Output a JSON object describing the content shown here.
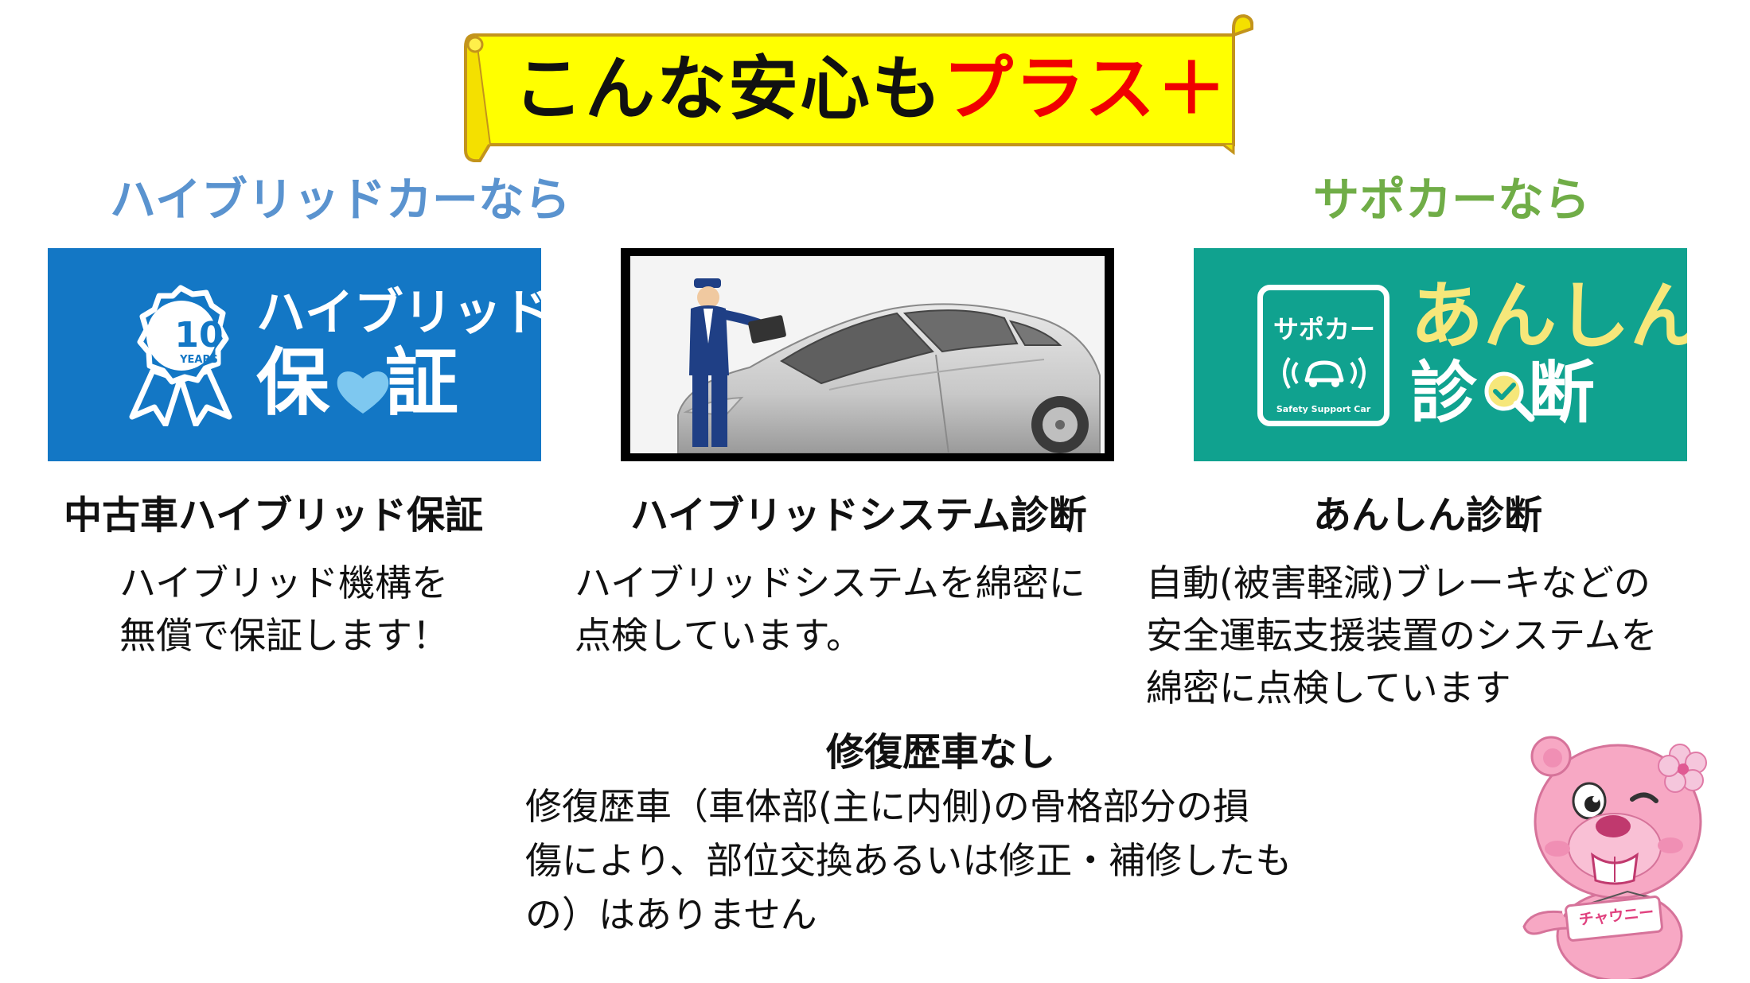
{
  "banner": {
    "title_main": "こんな安心も",
    "title_accent": "プラス＋"
  },
  "categories": {
    "hybrid": "ハイブリッドカーなら",
    "support": "サポカーなら"
  },
  "cards": {
    "hybrid_warranty": {
      "years_number": "10",
      "years_label": "YEARS",
      "logo_line1": "ハイブリッド",
      "logo_line2_left": "保",
      "logo_line2_right": "証"
    },
    "support_diagnosis": {
      "badge_text": "サポカー",
      "badge_sub": "Safety Support Car",
      "logo_line1": "あんしん",
      "logo_line2_left": "診",
      "logo_line2_right": "断"
    }
  },
  "features": [
    {
      "title": "中古車ハイブリッド保証",
      "desc_lines": [
        "ハイブリッド機構を",
        "無償で保証します！"
      ]
    },
    {
      "title": "ハイブリッドシステム診断",
      "desc_lines": [
        "ハイブリッドシステムを綿密に",
        "点検しています。"
      ]
    },
    {
      "title": "あんしん診断",
      "desc_lines": [
        "自動(被害軽減)ブレーキなどの",
        "安全運転支援装置のシステムを",
        "綿密に点検しています"
      ]
    },
    {
      "title": "修復歴車なし",
      "desc_lines": [
        "修復歴車（車体部(主に内側)の骨格部分の損",
        "傷により、部位交換あるいは修正・補修したも",
        "の）はありません"
      ]
    }
  ],
  "mascot": {
    "name_tag": "チャウニー"
  },
  "colors": {
    "banner_fill": "#ffff00",
    "accent_red": "#f00000",
    "hybrid_blue": "#5a93cf",
    "support_green": "#70ad47",
    "card_blue": "#1377c5",
    "card_teal": "#10a28f",
    "mascot_pink": "#f7a8c4"
  }
}
